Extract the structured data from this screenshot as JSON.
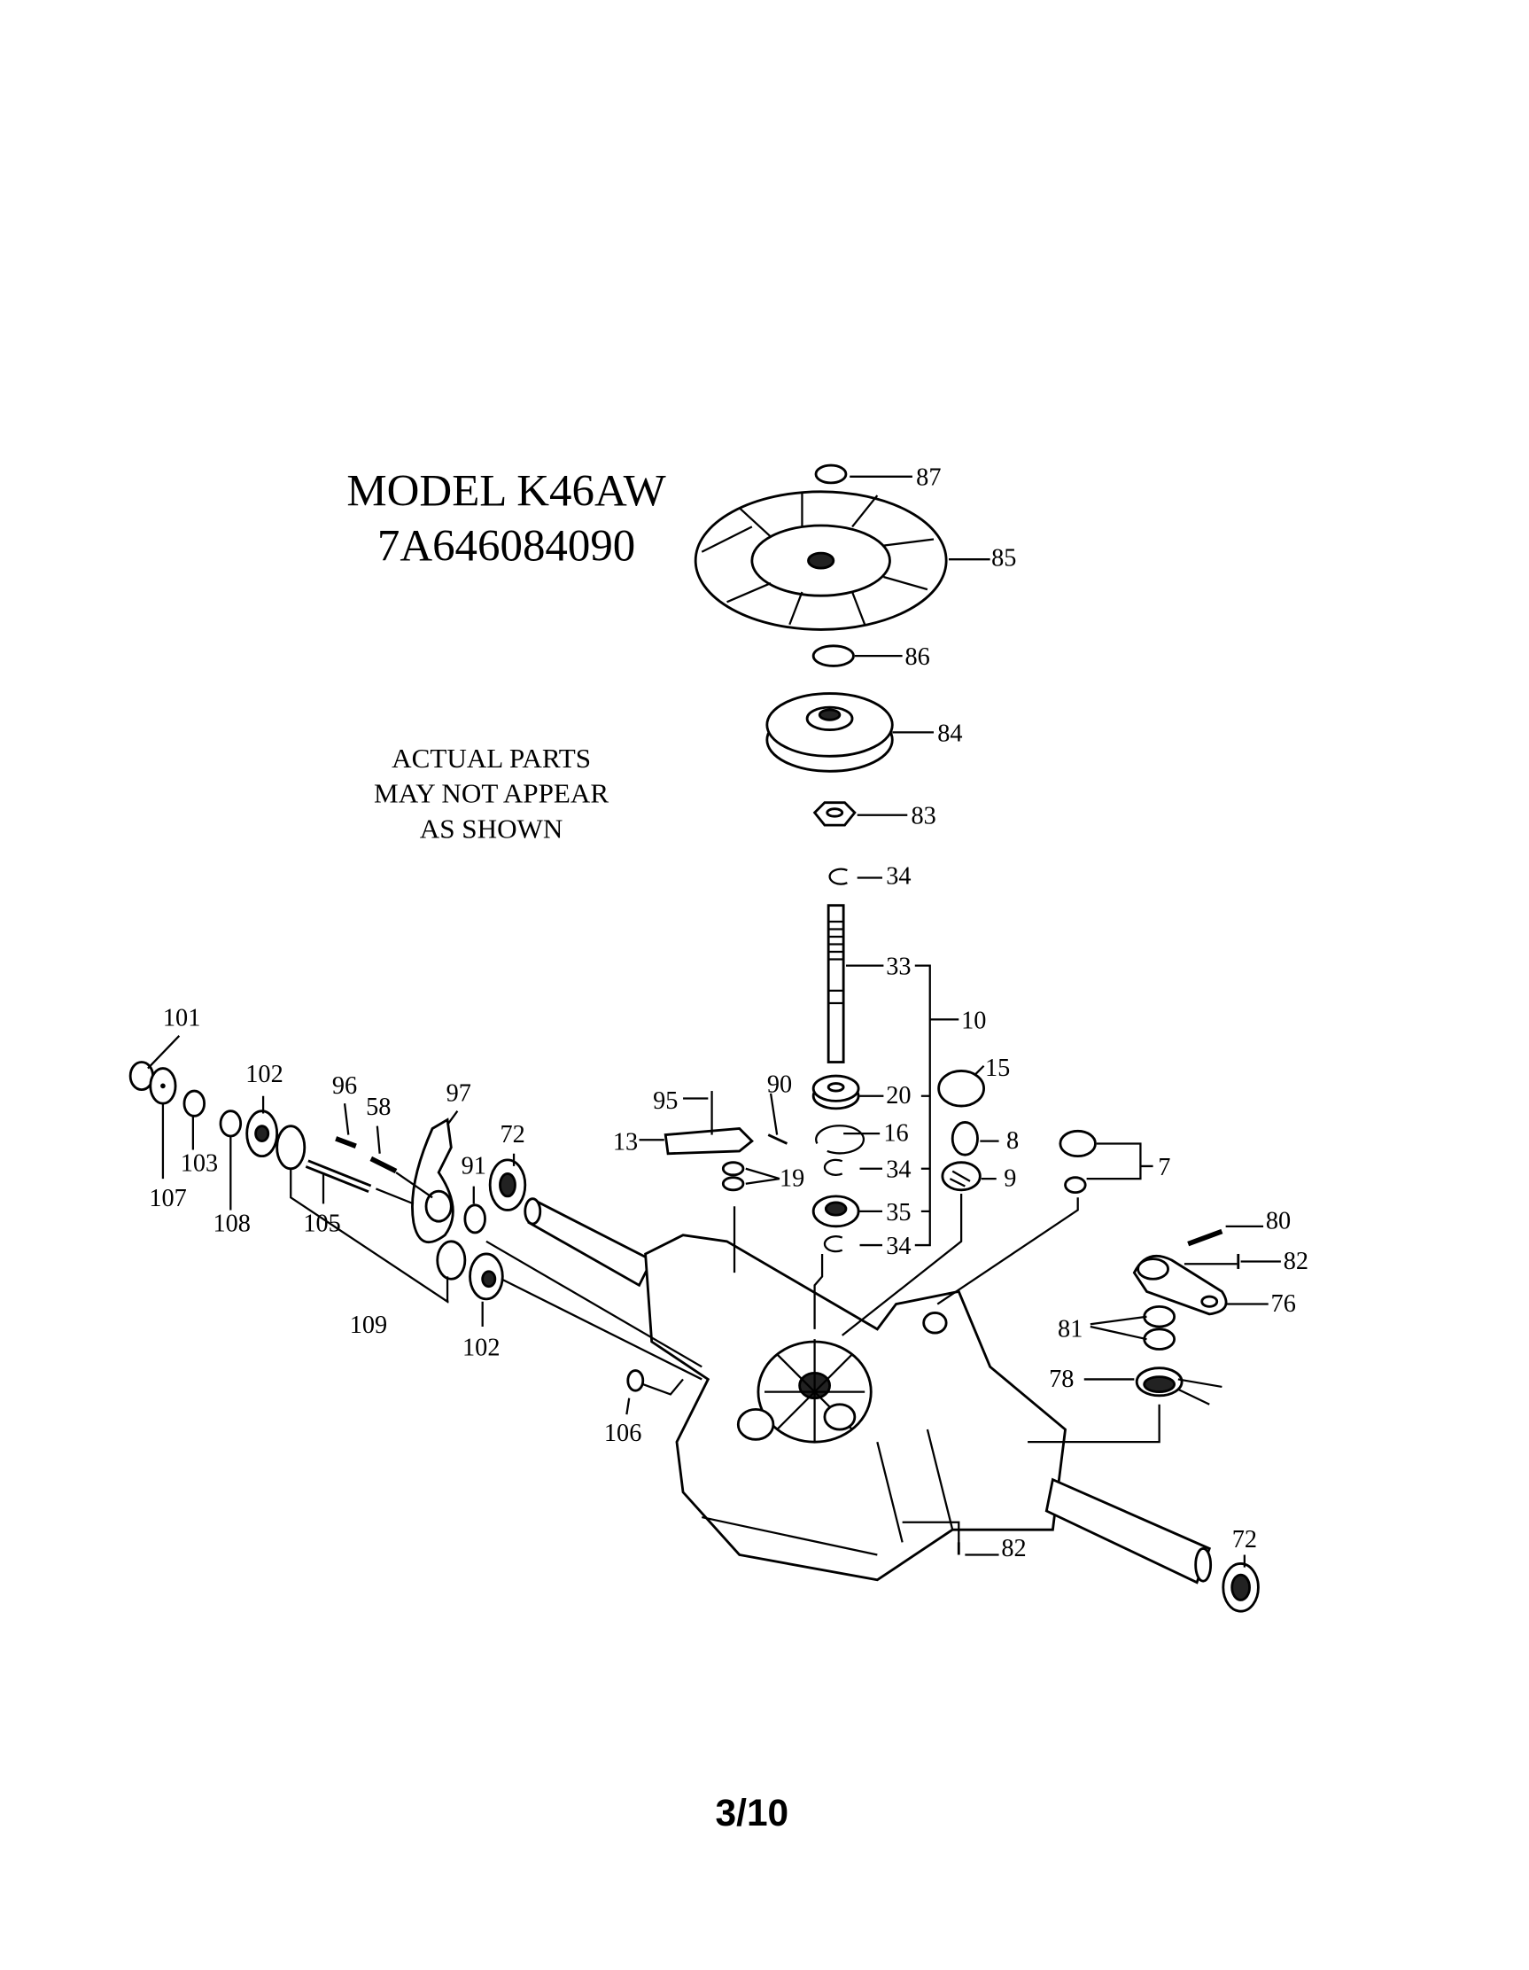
{
  "header": {
    "model": "MODEL K46AW",
    "part_number": "7A646084090"
  },
  "note": {
    "line1": "ACTUAL PARTS",
    "line2": "MAY NOT APPEAR",
    "line3": "AS SHOWN"
  },
  "page_number": "3/10",
  "callouts": [
    "87",
    "85",
    "86",
    "84",
    "83",
    "34",
    "33",
    "10",
    "20",
    "15",
    "16",
    "8",
    "34",
    "9",
    "7",
    "35",
    "34",
    "80",
    "82",
    "76",
    "81",
    "78",
    "82",
    "72",
    "101",
    "102",
    "96",
    "58",
    "97",
    "90",
    "95",
    "13",
    "19",
    "72",
    "91",
    "103",
    "107",
    "108",
    "105",
    "109",
    "102",
    "106"
  ]
}
